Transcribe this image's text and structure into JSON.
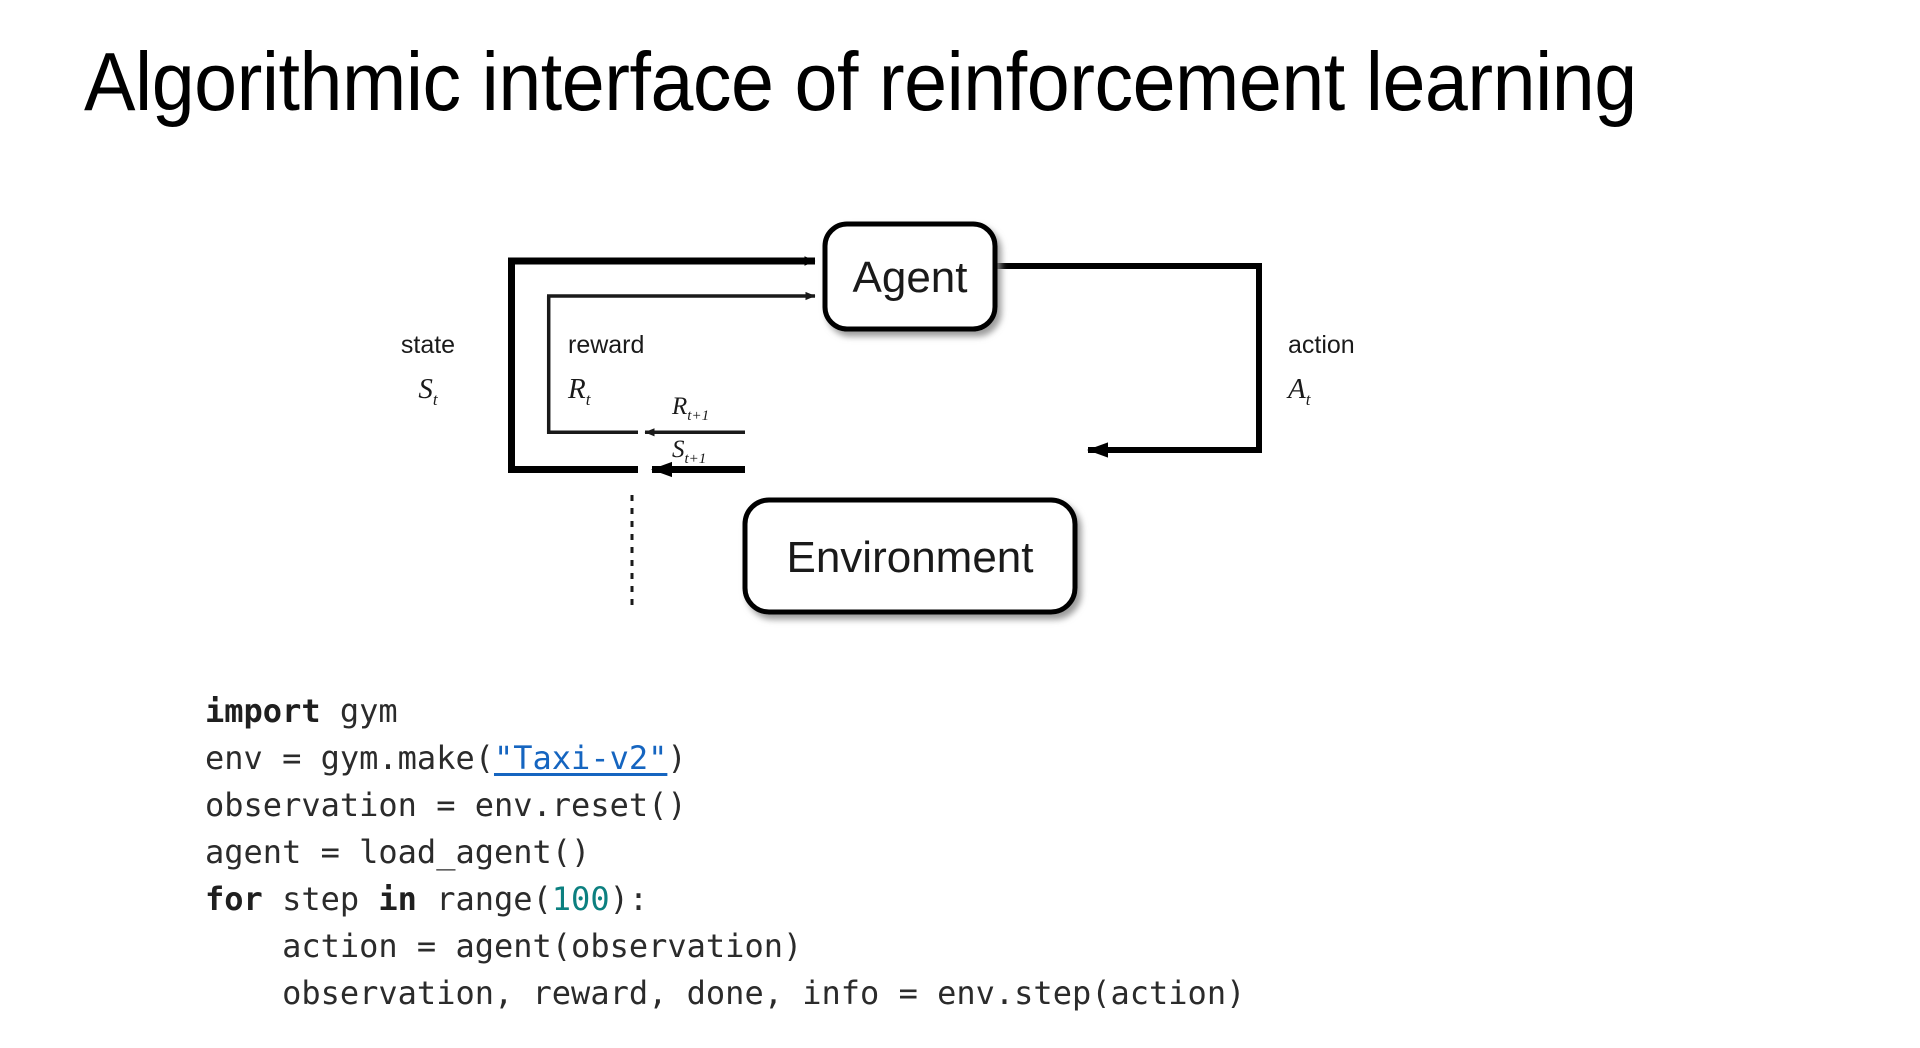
{
  "slide": {
    "title": "Algorithmic interface of reinforcement learning",
    "background_color": "#ffffff",
    "text_color": "#000000"
  },
  "diagram": {
    "name": "agent-environment-interaction-loop",
    "nodes": {
      "agent": "Agent",
      "environment": "Environment"
    },
    "edges": {
      "state_label": "state",
      "state_symbol": "S",
      "state_subscript": "t",
      "reward_label": "reward",
      "reward_symbol": "R",
      "reward_subscript": "t",
      "action_label": "action",
      "action_symbol": "A",
      "action_subscript": "t",
      "next_reward_symbol": "R",
      "next_reward_subscript": "t+1",
      "next_state_symbol": "S",
      "next_state_subscript": "t+1"
    },
    "line_color": "#000000",
    "thin_line_color": "#333333"
  },
  "code": {
    "language": "python",
    "keyword_color": "#1f1f1f",
    "number_color": "#0c8080",
    "link_color": "#1565c0",
    "lines": [
      {
        "id": "line-1",
        "tokens": [
          {
            "t": "import",
            "k": "kw"
          },
          {
            "t": " gym",
            "k": "plain"
          }
        ]
      },
      {
        "id": "line-2",
        "tokens": [
          {
            "t": "env = gym.make(",
            "k": "plain"
          },
          {
            "t": "\"Taxi-v2\"",
            "k": "link"
          },
          {
            "t": ")",
            "k": "plain"
          }
        ]
      },
      {
        "id": "line-3",
        "tokens": [
          {
            "t": "observation = env.reset()",
            "k": "plain"
          }
        ]
      },
      {
        "id": "line-4",
        "tokens": [
          {
            "t": "agent = load_agent()",
            "k": "plain"
          }
        ]
      },
      {
        "id": "line-5",
        "tokens": [
          {
            "t": "for",
            "k": "kw"
          },
          {
            "t": " step ",
            "k": "plain"
          },
          {
            "t": "in",
            "k": "kw"
          },
          {
            "t": " range(",
            "k": "plain"
          },
          {
            "t": "100",
            "k": "num"
          },
          {
            "t": "):",
            "k": "plain"
          }
        ]
      },
      {
        "id": "line-6",
        "tokens": [
          {
            "t": "    action = agent(observation)",
            "k": "plain"
          }
        ]
      },
      {
        "id": "line-7",
        "tokens": [
          {
            "t": "    observation, reward, done, info = env.step(action)",
            "k": "plain"
          }
        ]
      }
    ]
  }
}
